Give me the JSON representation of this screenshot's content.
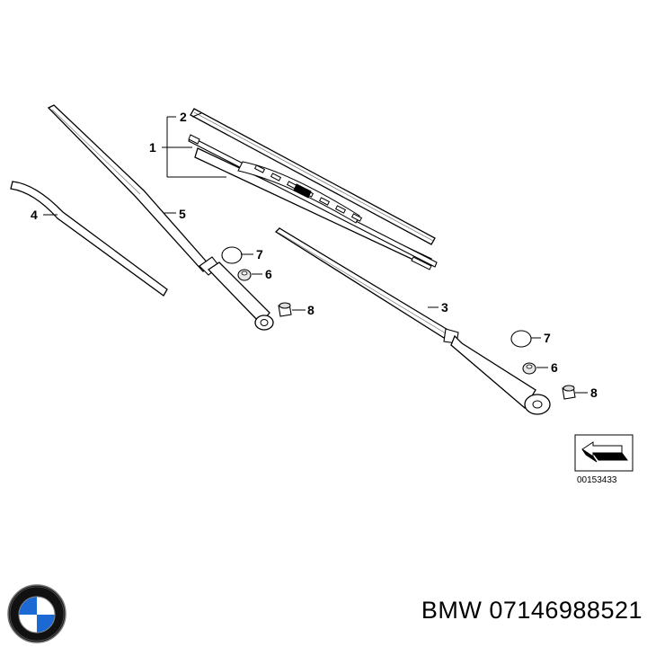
{
  "diagram": {
    "callouts": {
      "blade_assembly": "1",
      "blade_rubber": "2",
      "right_arm": "3",
      "spoiler_strip": "4",
      "left_arm": "5",
      "nut_left": "6",
      "cap_left": "7",
      "grommet_left": "8",
      "nut_right": "6",
      "cap_right": "7",
      "grommet_right": "8"
    },
    "drawing_code": "00153433"
  },
  "brand": {
    "logo_letters": "BMW",
    "colors": {
      "blue": "#1c69d4",
      "black": "#111111",
      "white": "#ffffff"
    }
  },
  "caption": {
    "part_number": "BMW 07146988521"
  }
}
